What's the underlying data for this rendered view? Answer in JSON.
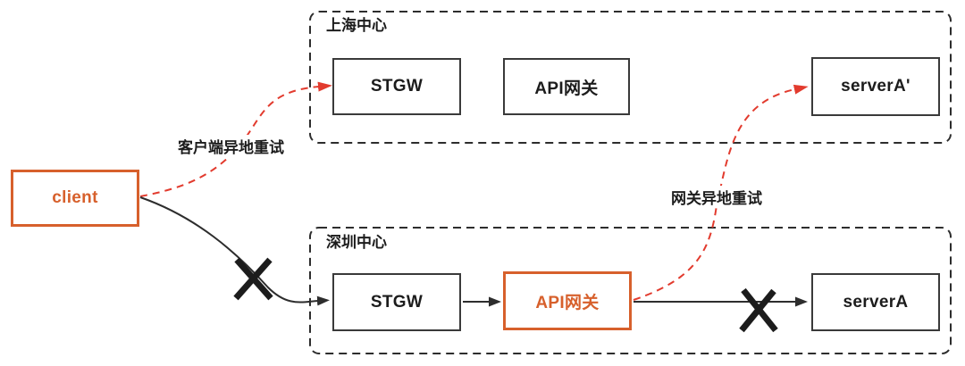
{
  "colors": {
    "background": "#ffffff",
    "accent_orange": "#d7602c",
    "retry_red": "#e23b2e",
    "line_black": "#2d2d2d",
    "text_black": "#1c1c1c"
  },
  "containers": {
    "shanghai": {
      "title": "上海中心"
    },
    "shenzhen": {
      "title": "深圳中心"
    }
  },
  "nodes": {
    "client": {
      "label": "client"
    },
    "shanghai_stgw": {
      "label": "STGW"
    },
    "shanghai_api_gateway": {
      "label": "API网关"
    },
    "shanghai_server": {
      "label": "serverA'"
    },
    "shenzhen_stgw": {
      "label": "STGW"
    },
    "shenzhen_api_gateway": {
      "label": "API网关"
    },
    "shenzhen_server": {
      "label": "serverA"
    }
  },
  "annotations": {
    "client_retry": "客户端异地重试",
    "gateway_retry": "网关异地重试"
  },
  "edges": [
    {
      "from": "client",
      "to": "shanghai_stgw",
      "style": "dashed-red",
      "meaning": "客户端异地重试"
    },
    {
      "from": "client",
      "to": "shenzhen_stgw",
      "style": "solid-black",
      "failed": true
    },
    {
      "from": "shenzhen_stgw",
      "to": "shenzhen_api_gateway",
      "style": "solid-black",
      "failed": false
    },
    {
      "from": "shenzhen_api_gateway",
      "to": "shenzhen_server",
      "style": "solid-black",
      "failed": true
    },
    {
      "from": "shenzhen_api_gateway",
      "to": "shanghai_server",
      "style": "dashed-red",
      "meaning": "网关异地重试"
    }
  ]
}
